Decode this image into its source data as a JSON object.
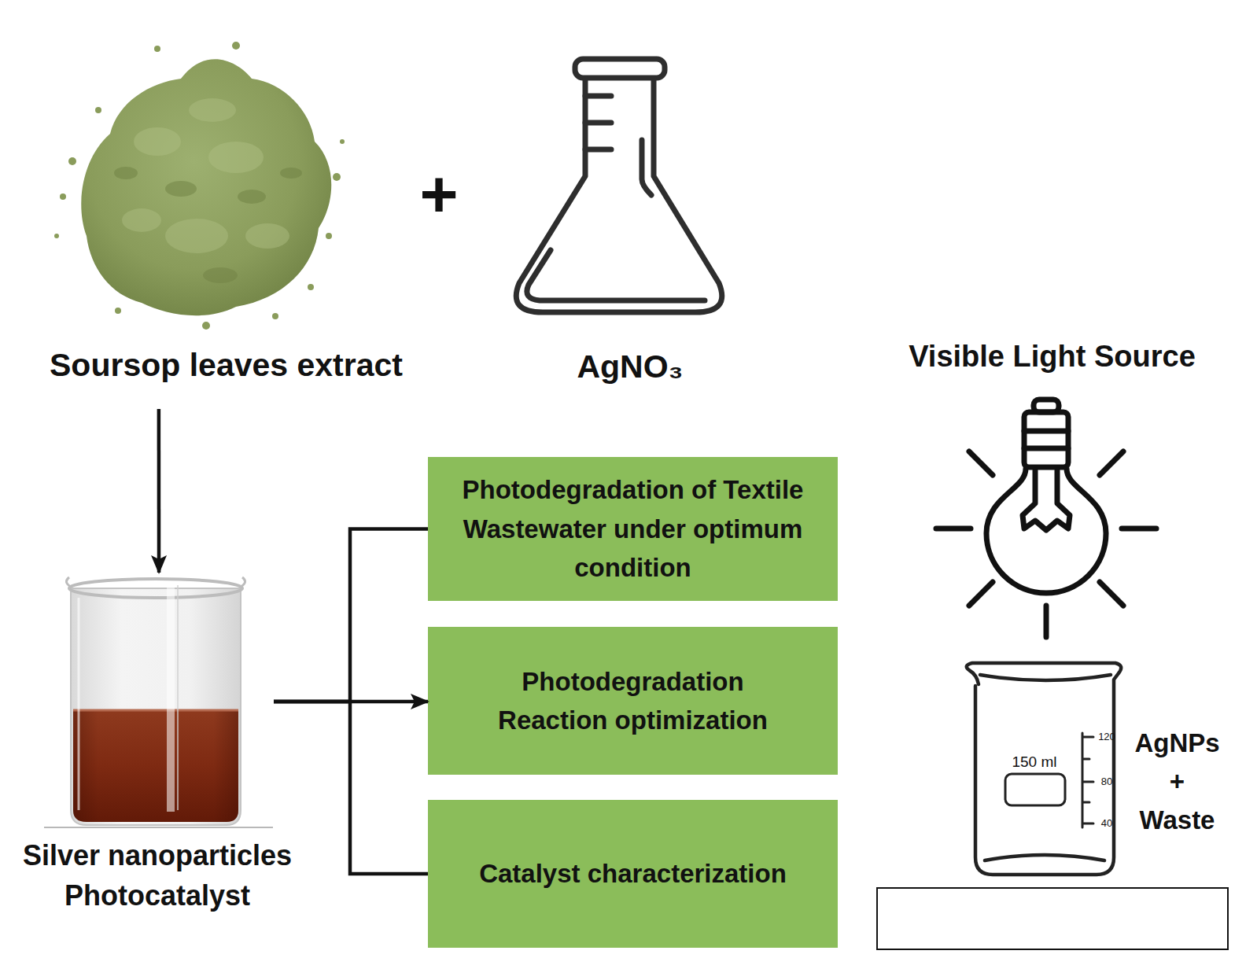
{
  "diagram": {
    "nodes": [
      {
        "text": [
          "Soursop leaves extract"
        ]
      },
      {
        "text": [
          "AgNO₃"
        ]
      },
      {
        "text": [
          "Visible Light Source"
        ]
      },
      {
        "text": [
          "Silver nanoparticles Photocatalyst"
        ]
      },
      {
        "text": [
          "Photodegradation of Textile Wastewater under optimum condition"
        ]
      },
      {
        "text": [
          "Photodegradation Reaction optimization"
        ]
      },
      {
        "text": [
          "Catalyst characterization"
        ]
      },
      {
        "text": [
          "AgNPs + Waste"
        ]
      }
    ],
    "edges": [
      {
        "from": 0,
        "to": 3,
        "arrow": "to"
      },
      {
        "from": 3,
        "to": 4,
        "arrow": "none"
      },
      {
        "from": 3,
        "to": 5,
        "arrow": "to"
      },
      {
        "from": 3,
        "to": 6,
        "arrow": "none"
      }
    ],
    "labels": [
      "+",
      "150 ml",
      "120",
      "80",
      "40"
    ]
  }
}
